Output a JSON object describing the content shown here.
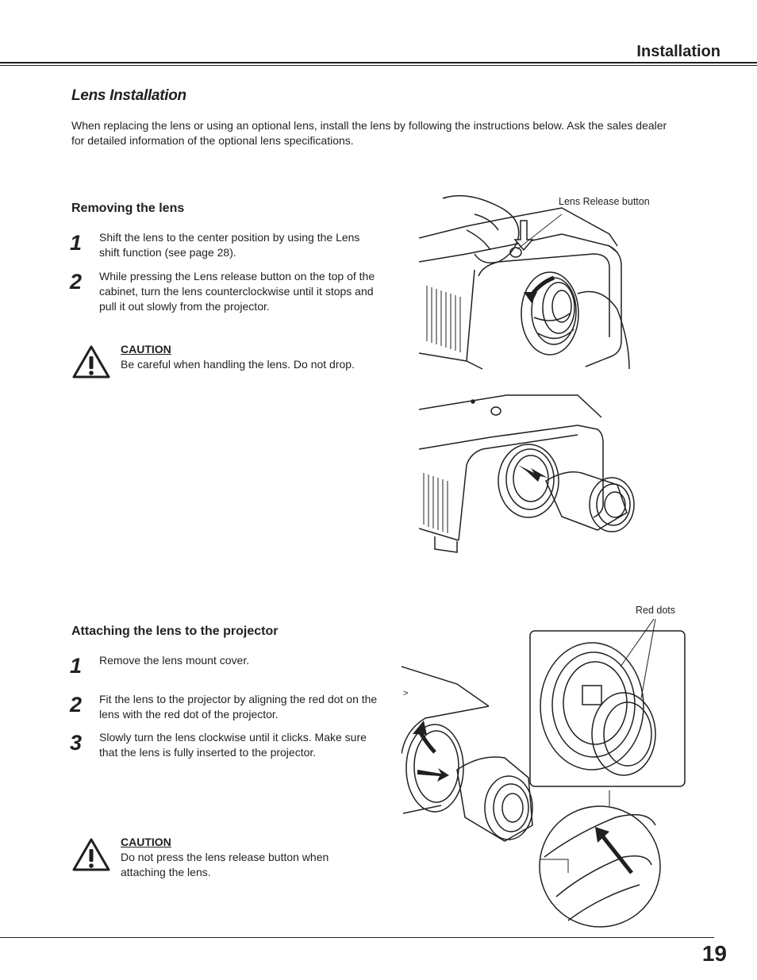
{
  "header": {
    "section_title": "Installation"
  },
  "title": "Lens Installation",
  "intro": "When replacing the lens or using an optional lens, install the lens by following the instructions below. Ask the sales dealer for detailed information of the optional lens specifications.",
  "removing": {
    "heading": "Removing the lens",
    "steps": [
      {
        "num": "1",
        "text": "Shift the lens to the center position by using the Lens shift function (see page 28)."
      },
      {
        "num": "2",
        "text": "While pressing the Lens release button on the top of the cabinet, turn the lens counterclockwise until it stops and pull it out slowly from the projector."
      }
    ],
    "caution": {
      "title": "CAUTION",
      "text": "Be careful when handling the lens. Do not drop."
    },
    "callout": "Lens Release button"
  },
  "attaching": {
    "heading": "Attaching the lens to the projector",
    "steps": [
      {
        "num": "1",
        "text": "Remove the lens mount cover."
      },
      {
        "num": "2",
        "text": "Fit the lens to the projector by aligning the red dot on the lens with the red dot of the projector."
      },
      {
        "num": "3",
        "text": "Slowly turn the lens clockwise until it clicks. Make sure that the lens is fully inserted to the projector."
      }
    ],
    "caution": {
      "title": "CAUTION",
      "text": "Do not press the lens release button when attaching the lens."
    },
    "callout": "Red dots"
  },
  "footer": {
    "page_number": "19"
  },
  "icons": {
    "caution": "warning-triangle-icon"
  }
}
